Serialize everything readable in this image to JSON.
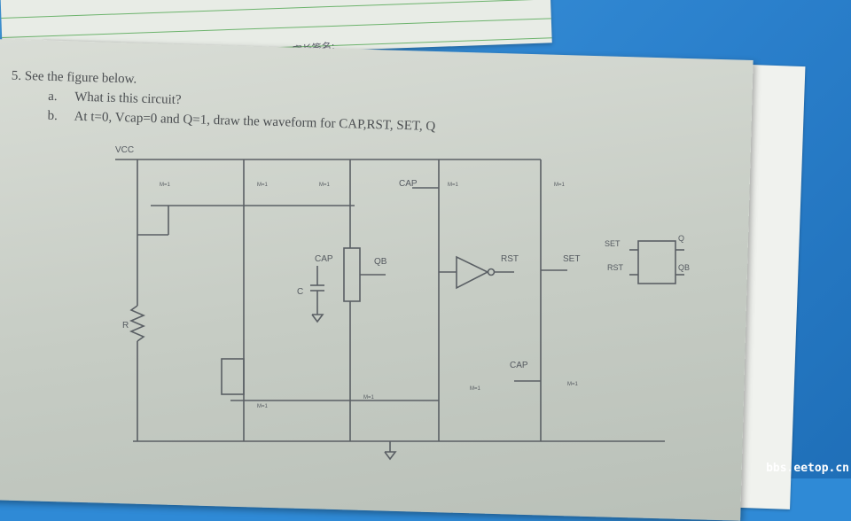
{
  "header_sheet": {
    "parent_signature_label": "家长签名:"
  },
  "question": {
    "title": "5. See the figure below.",
    "part_a_letter": "a.",
    "part_a_text": "What is this circuit?",
    "part_b_letter": "b.",
    "part_b_text": "At t=0, Vcap=0 and Q=1, draw the waveform for CAP,RST, SET, Q"
  },
  "schematic": {
    "vcc": "VCC",
    "m_label": "M=1",
    "cap": "CAP",
    "qb": "QB",
    "c": "C",
    "r": "R",
    "rst": "RST",
    "set": "SET",
    "ff_q": "Q",
    "ff_qb": "QB"
  },
  "watermark": "bbs.eetop.cn",
  "colors": {
    "desk": "#2f8ad6",
    "paper": "#c9cec7",
    "ink": "#4c4f52"
  }
}
